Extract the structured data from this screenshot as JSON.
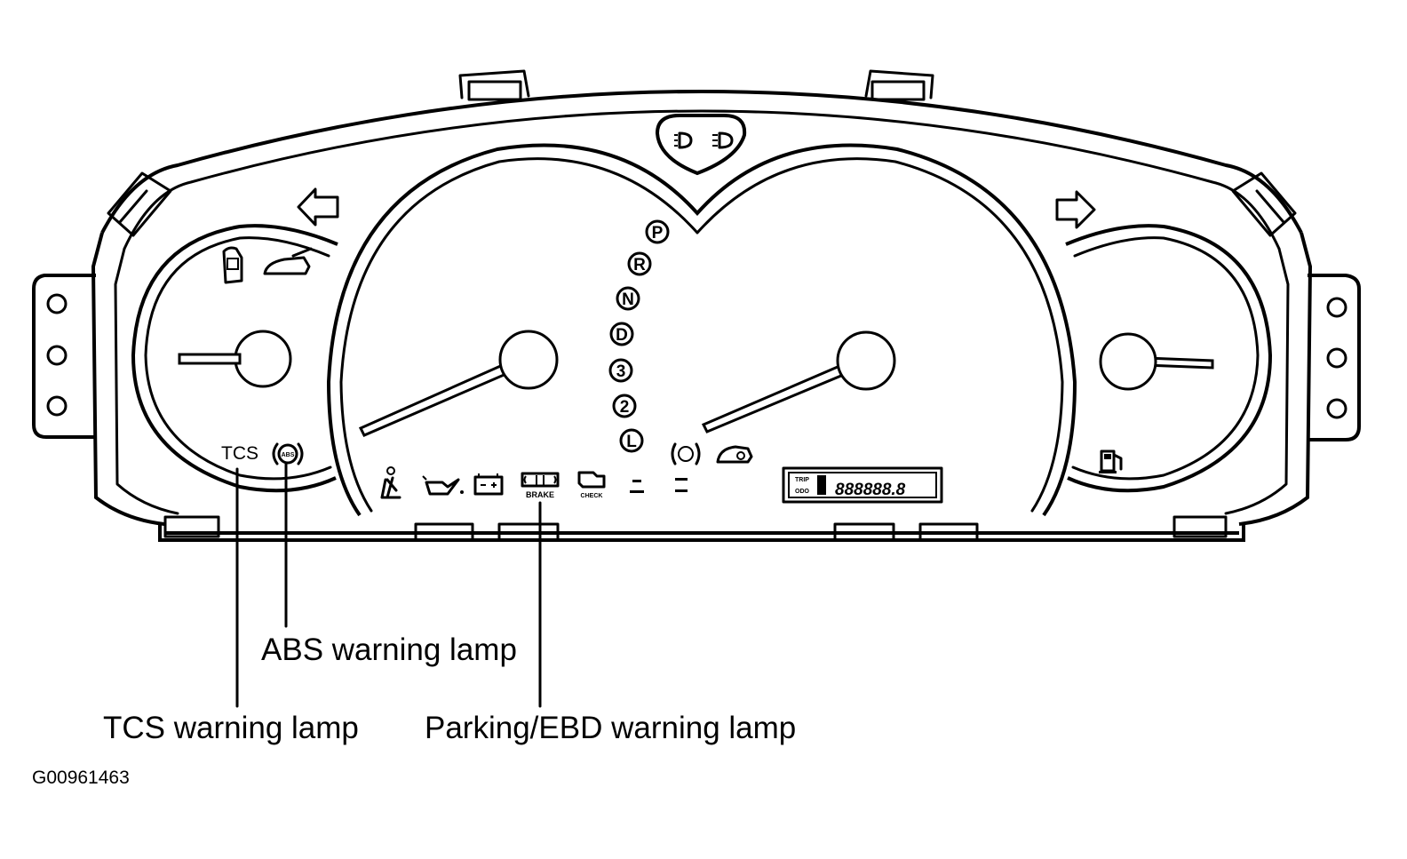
{
  "figure": {
    "image_code": "G00961463",
    "callouts": {
      "abs": "ABS warning lamp",
      "tcs": "TCS warning lamp",
      "parking_ebd": "Parking/EBD warning lamp"
    }
  },
  "cluster": {
    "tcs_label": "TCS",
    "abs_label": "ABS",
    "brake_label": "BRAKE",
    "check_label": "CHECK",
    "gear_positions": [
      "P",
      "R",
      "N",
      "D",
      "3",
      "2",
      "L"
    ],
    "odometer_digits": "888888.8",
    "odometer_small_top": "TRIP",
    "odometer_small_bottom": "ODO"
  }
}
